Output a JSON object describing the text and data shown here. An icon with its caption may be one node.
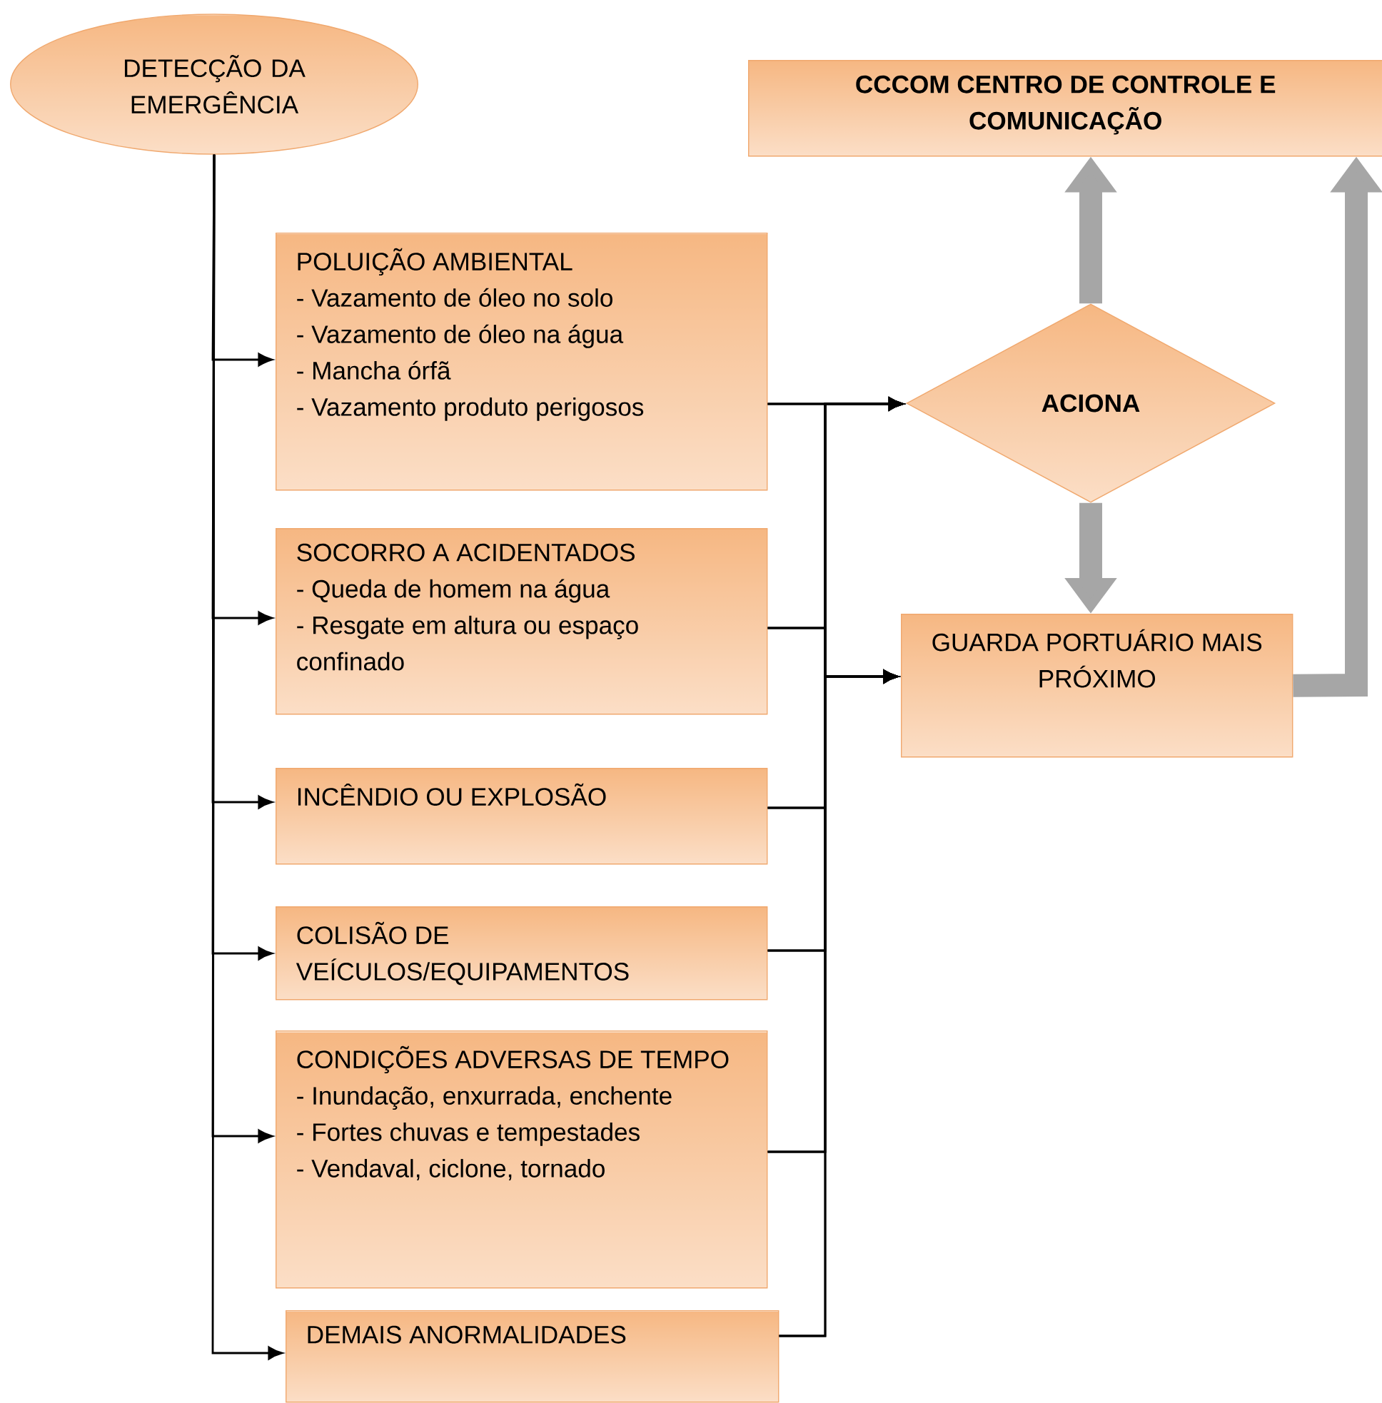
{
  "diagram": {
    "nodes": [
      {
        "text": [
          "DETECÇÃO DA EMERGÊNCIA"
        ]
      },
      {
        "text": [
          "CCCOM CENTRO DE CONTROLE E COMUNICAÇÃO"
        ]
      },
      {
        "text": [
          "POLUIÇÃO AMBIENTAL",
          "- Vazamento de óleo no solo",
          "- Vazamento de óleo na água",
          "- Mancha órfã",
          "- Vazamento produto perigosos"
        ]
      },
      {
        "text": [
          "ACIONA"
        ]
      },
      {
        "text": [
          "SOCORRO A ACIDENTADOS",
          "- Queda de homem na água",
          "- Resgate em altura ou espaço confinado"
        ]
      },
      {
        "text": [
          "GUARDA PORTUÁRIO MAIS PRÓXIMO"
        ]
      },
      {
        "text": [
          "INCÊNDIO OU EXPLOSÃO"
        ]
      },
      {
        "text": [
          "COLISÃO DE VEÍCULOS/EQUIPAMENTOS"
        ]
      },
      {
        "text": [
          "CONDIÇÕES ADVERSAS DE TEMPO",
          "- Inundação, enxurrada, enchente",
          "- Fortes chuvas e tempestades",
          "- Vendaval, ciclone, tornado"
        ]
      },
      {
        "text": [
          "DEMAIS ANORMALIDADES"
        ]
      }
    ],
    "edges": [
      {
        "from": 0,
        "to": 2,
        "arrow": "to"
      },
      {
        "from": 0,
        "to": 4,
        "arrow": "to"
      },
      {
        "from": 0,
        "to": 6,
        "arrow": "to"
      },
      {
        "from": 0,
        "to": 7,
        "arrow": "to"
      },
      {
        "from": 0,
        "to": 8,
        "arrow": "to"
      },
      {
        "from": 0,
        "to": 9,
        "arrow": "to"
      },
      {
        "from": 2,
        "to": 3,
        "arrow": "to"
      },
      {
        "from": 4,
        "to": 3,
        "arrow": "to"
      },
      {
        "from": 6,
        "to": 3,
        "arrow": "to"
      },
      {
        "from": 7,
        "to": 3,
        "arrow": "to"
      },
      {
        "from": 8,
        "to": 3,
        "arrow": "to"
      },
      {
        "from": 9,
        "to": 3,
        "arrow": "to"
      },
      {
        "from": 2,
        "to": 5,
        "arrow": "to"
      },
      {
        "from": 4,
        "to": 5,
        "arrow": "to"
      },
      {
        "from": 6,
        "to": 5,
        "arrow": "to"
      },
      {
        "from": 7,
        "to": 5,
        "arrow": "to"
      },
      {
        "from": 8,
        "to": 5,
        "arrow": "to"
      },
      {
        "from": 9,
        "to": 5,
        "arrow": "to"
      },
      {
        "from": 3,
        "to": 1,
        "arrow": "to",
        "style": "thick",
        "color": "#a6a6a6"
      },
      {
        "from": 3,
        "to": 5,
        "arrow": "to",
        "style": "thick",
        "color": "#a6a6a6"
      },
      {
        "from": 5,
        "to": 1,
        "arrow": "to",
        "style": "thick",
        "color": "#a6a6a6"
      }
    ]
  }
}
